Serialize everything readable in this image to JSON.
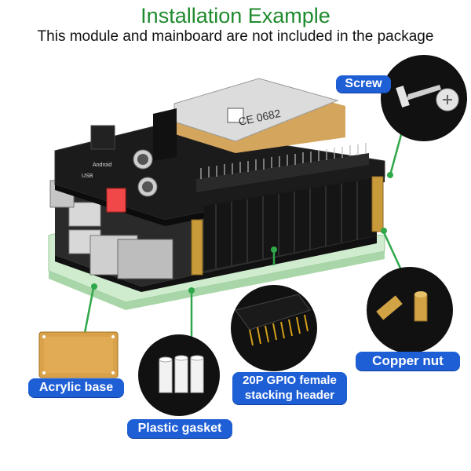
{
  "header": {
    "title": "Installation Example",
    "subtitle": "This module and mainboard are not included in the package"
  },
  "labels": {
    "screw": "Screw",
    "copper_nut": "Copper nut",
    "acrylic_base": "Acrylic base",
    "plastic_gasket": "Plastic gasket",
    "gpio_header_line1": "20P GPIO female",
    "gpio_header_line2": "stacking header"
  },
  "board_text": {
    "module_marking": "CE 0682",
    "android": "Android",
    "usb": "USB"
  },
  "colors": {
    "title_green": "#1f8a2e",
    "label_blue": "#1f5fd6",
    "leader_green": "#2fa84a",
    "pcb_black": "#1b1b1b",
    "acrylic": "#c9e8c9"
  }
}
